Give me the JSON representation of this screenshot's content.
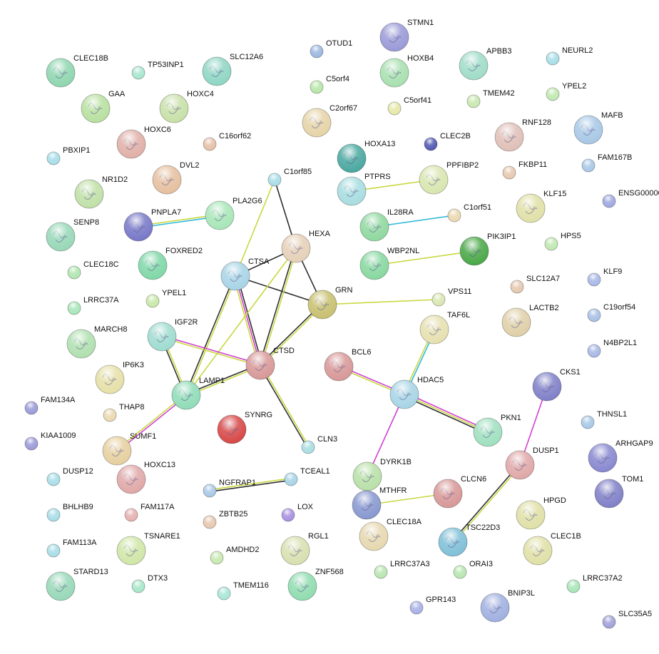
{
  "nodes": [
    {
      "id": "CLEC18B",
      "color": "#8fd6b0"
    },
    {
      "id": "TP53INP1",
      "color": "#a8e6cf"
    },
    {
      "id": "SLC12A6",
      "color": "#8fd6c4"
    },
    {
      "id": "OTUD1",
      "color": "#9bb7e0"
    },
    {
      "id": "STMN1",
      "color": "#9a9ad8"
    },
    {
      "id": "HOXB4",
      "color": "#a8e0b0"
    },
    {
      "id": "APBB3",
      "color": "#a0dcc8"
    },
    {
      "id": "NEURL2",
      "color": "#a8dde8"
    },
    {
      "id": "GAA",
      "color": "#b8e0a0"
    },
    {
      "id": "HOXC4",
      "color": "#c8e0a8"
    },
    {
      "id": "C5orf4",
      "color": "#b8e6a8"
    },
    {
      "id": "C5orf41",
      "color": "#e6e8a8"
    },
    {
      "id": "TMEM42",
      "color": "#c8e8b0"
    },
    {
      "id": "YPEL2",
      "color": "#c0e8b0"
    },
    {
      "id": "HOXC6",
      "color": "#e0b0a8"
    },
    {
      "id": "C16orf62",
      "color": "#e6c0a8"
    },
    {
      "id": "C2orf67",
      "color": "#e6d4a8"
    },
    {
      "id": "RNF128",
      "color": "#e0c0b8"
    },
    {
      "id": "MAFB",
      "color": "#a8c8e6"
    },
    {
      "id": "PBXIP1",
      "color": "#a8dde8"
    },
    {
      "id": "HOXA13",
      "color": "#4aa8a0"
    },
    {
      "id": "CLEC2B",
      "color": "#5058b0"
    },
    {
      "id": "FAM167B",
      "color": "#a8c8e6"
    },
    {
      "id": "DVL2",
      "color": "#e6c0a0"
    },
    {
      "id": "C1orf85",
      "color": "#a8dde8"
    },
    {
      "id": "PTPRS",
      "color": "#a8dde0"
    },
    {
      "id": "PPFIBP2",
      "color": "#d8e6b0"
    },
    {
      "id": "FKBP11",
      "color": "#e6c8b0"
    },
    {
      "id": "NR1D2",
      "color": "#c0e0a8"
    },
    {
      "id": "KLF15",
      "color": "#e0e0a8"
    },
    {
      "id": "ENSG00000",
      "color": "#9ea8e0"
    },
    {
      "id": "PLA2G6",
      "color": "#a8e6b8"
    },
    {
      "id": "PNPLA7",
      "color": "#7878c8"
    },
    {
      "id": "C1orf51",
      "color": "#ead8b0"
    },
    {
      "id": "SENP8",
      "color": "#98d8b8"
    },
    {
      "id": "HEXA",
      "color": "#e6d0b8"
    },
    {
      "id": "IL28RA",
      "color": "#90d8a0"
    },
    {
      "id": "PIK3IP1",
      "color": "#4aa848"
    },
    {
      "id": "HPS5",
      "color": "#c0e8b0"
    },
    {
      "id": "FOXRED2",
      "color": "#80d8a8"
    },
    {
      "id": "CTSA",
      "color": "#a8d4e6"
    },
    {
      "id": "WBP2NL",
      "color": "#88d8a0"
    },
    {
      "id": "CLEC18C",
      "color": "#b0e6b0"
    },
    {
      "id": "SLC12A7",
      "color": "#e6c8b0"
    },
    {
      "id": "KLF9",
      "color": "#a8b8e6"
    },
    {
      "id": "LRRC37A",
      "color": "#a8e6b8"
    },
    {
      "id": "YPEL1",
      "color": "#c8e8a8"
    },
    {
      "id": "GRN",
      "color": "#c8c070"
    },
    {
      "id": "VPS11",
      "color": "#d8e6b0"
    },
    {
      "id": "C19orf54",
      "color": "#a8c0e6"
    },
    {
      "id": "LACTB2",
      "color": "#e0d0a8"
    },
    {
      "id": "TAF6L",
      "color": "#e6e0b0"
    },
    {
      "id": "IGF2R",
      "color": "#a0dcd0"
    },
    {
      "id": "MARCH8",
      "color": "#b0e0b0"
    },
    {
      "id": "N4BP2L1",
      "color": "#a8b8e6"
    },
    {
      "id": "CTSD",
      "color": "#d89898"
    },
    {
      "id": "BCL6",
      "color": "#d89898"
    },
    {
      "id": "IP6K3",
      "color": "#e6e0a8"
    },
    {
      "id": "HDAC5",
      "color": "#a8d4e6"
    },
    {
      "id": "CKS1",
      "color": "#8080c8"
    },
    {
      "id": "LAMP1",
      "color": "#90dcb8"
    },
    {
      "id": "FAM134A",
      "color": "#9a9ad8"
    },
    {
      "id": "THAP8",
      "color": "#ead8b0"
    },
    {
      "id": "SYNRG",
      "color": "#d84848"
    },
    {
      "id": "THNSL1",
      "color": "#a8c8e6"
    },
    {
      "id": "ARHGAP9",
      "color": "#8888d0"
    },
    {
      "id": "PKN1",
      "color": "#a0e0c0"
    },
    {
      "id": "KIAA1009",
      "color": "#9a9ad8"
    },
    {
      "id": "SUMF1",
      "color": "#e6d0a0"
    },
    {
      "id": "CLN3",
      "color": "#a8dde0"
    },
    {
      "id": "DUSP1",
      "color": "#e0a8a8"
    },
    {
      "id": "TOM1",
      "color": "#8080c8"
    },
    {
      "id": "HOXC13",
      "color": "#e0a8a8"
    },
    {
      "id": "DUSP12",
      "color": "#a8dde8"
    },
    {
      "id": "DYRK1B",
      "color": "#b8e0a8"
    },
    {
      "id": "NGFRAP1",
      "color": "#a8c8e6"
    },
    {
      "id": "TCEAL1",
      "color": "#a8d4e6"
    },
    {
      "id": "CLCN6",
      "color": "#d89898"
    },
    {
      "id": "MTHFR",
      "color": "#8898d0"
    },
    {
      "id": "HPGD",
      "color": "#e0e0a8"
    },
    {
      "id": "BHLHB9",
      "color": "#a8dde8"
    },
    {
      "id": "FAM117A",
      "color": "#e6b0b0"
    },
    {
      "id": "ZBTB25",
      "color": "#e6c8b0"
    },
    {
      "id": "LOX",
      "color": "#a890e0"
    },
    {
      "id": "CLEC18A",
      "color": "#e6d8b0"
    },
    {
      "id": "TSC22D3",
      "color": "#80c0d8"
    },
    {
      "id": "FAM113A",
      "color": "#a8dde8"
    },
    {
      "id": "TSNARE1",
      "color": "#d0e6a8"
    },
    {
      "id": "AMDHD2",
      "color": "#c8e8b0"
    },
    {
      "id": "RGL1",
      "color": "#d8e0b0"
    },
    {
      "id": "CLEC1B",
      "color": "#e0e0a8"
    },
    {
      "id": "LRRC37A3",
      "color": "#b8e6b0"
    },
    {
      "id": "ORAI3",
      "color": "#b8e6b0"
    },
    {
      "id": "STARD13",
      "color": "#98d8b8"
    },
    {
      "id": "DTX3",
      "color": "#a8e6c8"
    },
    {
      "id": "TMEM116",
      "color": "#a8e6d8"
    },
    {
      "id": "ZNF568",
      "color": "#90dcb0"
    },
    {
      "id": "LRRC37A2",
      "color": "#a8e6b8"
    },
    {
      "id": "GPR143",
      "color": "#a8b0e6"
    },
    {
      "id": "BNIP3L",
      "color": "#a0b0e0"
    },
    {
      "id": "SLC35A5",
      "color": "#a0a0d8"
    }
  ],
  "edges": [
    {
      "source": "C1orf85",
      "target": "CTSA",
      "kinds": [
        "textmining"
      ]
    },
    {
      "source": "C1orf85",
      "target": "HEXA",
      "kinds": [
        "coexpression"
      ]
    },
    {
      "source": "PNPLA7",
      "target": "PLA2G6",
      "kinds": [
        "textmining",
        "database"
      ]
    },
    {
      "source": "PTPRS",
      "target": "PPFIBP2",
      "kinds": [
        "textmining"
      ]
    },
    {
      "source": "IL28RA",
      "target": "C1orf51",
      "kinds": [
        "database"
      ]
    },
    {
      "source": "WBP2NL",
      "target": "PIK3IP1",
      "kinds": [
        "textmining"
      ]
    },
    {
      "source": "CTSA",
      "target": "HEXA",
      "kinds": [
        "coexpression"
      ]
    },
    {
      "source": "CTSA",
      "target": "GRN",
      "kinds": [
        "coexpression"
      ]
    },
    {
      "source": "CTSA",
      "target": "CTSD",
      "kinds": [
        "coexpression",
        "experiments",
        "textmining"
      ]
    },
    {
      "source": "CTSA",
      "target": "LAMP1",
      "kinds": [
        "textmining",
        "coexpression"
      ]
    },
    {
      "source": "HEXA",
      "target": "GRN",
      "kinds": [
        "coexpression"
      ]
    },
    {
      "source": "HEXA",
      "target": "CTSD",
      "kinds": [
        "textmining",
        "coexpression"
      ]
    },
    {
      "source": "HEXA",
      "target": "LAMP1",
      "kinds": [
        "textmining"
      ]
    },
    {
      "source": "GRN",
      "target": "CTSD",
      "kinds": [
        "textmining",
        "coexpression"
      ]
    },
    {
      "source": "GRN",
      "target": "VPS11",
      "kinds": [
        "textmining"
      ]
    },
    {
      "source": "IGF2R",
      "target": "CTSD",
      "kinds": [
        "experiments",
        "textmining"
      ]
    },
    {
      "source": "IGF2R",
      "target": "LAMP1",
      "kinds": [
        "textmining",
        "coexpression"
      ]
    },
    {
      "source": "CTSD",
      "target": "LAMP1",
      "kinds": [
        "textmining",
        "coexpression"
      ]
    },
    {
      "source": "CTSD",
      "target": "CLN3",
      "kinds": [
        "textmining",
        "coexpression"
      ]
    },
    {
      "source": "LAMP1",
      "target": "SUMF1",
      "kinds": [
        "experiments",
        "textmining"
      ]
    },
    {
      "source": "BCL6",
      "target": "HDAC5",
      "kinds": [
        "experiments",
        "textmining"
      ]
    },
    {
      "source": "TAF6L",
      "target": "HDAC5",
      "kinds": [
        "database",
        "textmining"
      ]
    },
    {
      "source": "HDAC5",
      "target": "PKN1",
      "kinds": [
        "experiments",
        "textmining",
        "coexpression"
      ]
    },
    {
      "source": "HDAC5",
      "target": "DYRK1B",
      "kinds": [
        "experiments"
      ]
    },
    {
      "source": "CKS1",
      "target": "DUSP1",
      "kinds": [
        "experiments"
      ]
    },
    {
      "source": "DUSP1",
      "target": "TSC22D3",
      "kinds": [
        "textmining",
        "coexpression"
      ]
    },
    {
      "source": "NGFRAP1",
      "target": "TCEAL1",
      "kinds": [
        "textmining",
        "coexpression"
      ]
    },
    {
      "source": "MTHFR",
      "target": "CLCN6",
      "kinds": [
        "textmining"
      ]
    }
  ],
  "edge_colors": {
    "textmining": "#c8d840",
    "coexpression": "#303030",
    "experiments": "#d040d0",
    "database": "#30b8d8"
  }
}
